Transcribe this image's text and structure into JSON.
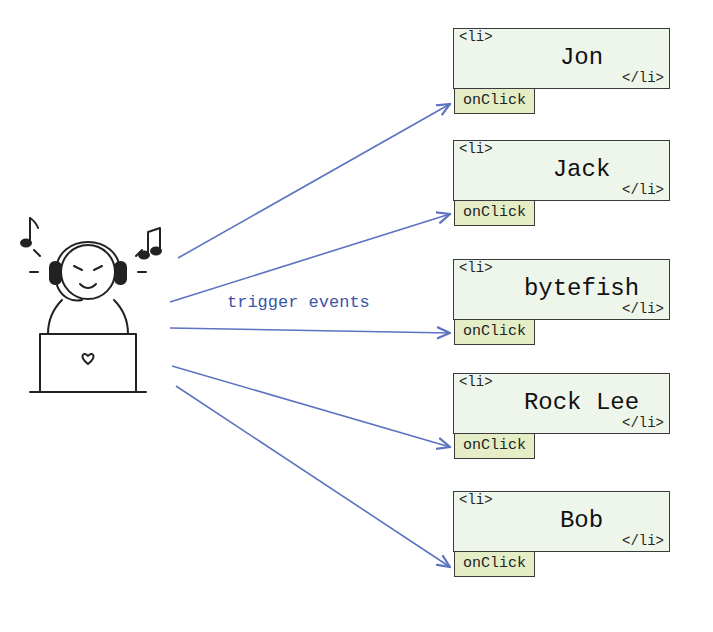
{
  "diagram": {
    "nodes": [
      {
        "text": [
          "<li>",
          "Jon",
          "</li>"
        ]
      },
      {
        "text": [
          "onClick"
        ]
      },
      {
        "text": [
          "<li>",
          "Jack",
          "</li>"
        ]
      },
      {
        "text": [
          "onClick"
        ]
      },
      {
        "text": [
          "<li>",
          "bytefish",
          "</li>"
        ]
      },
      {
        "text": [
          "onClick"
        ]
      },
      {
        "text": [
          "<li>",
          "Rock Lee",
          "</li>"
        ]
      },
      {
        "text": [
          "onClick"
        ]
      },
      {
        "text": [
          "<li>",
          "Bob",
          "</li>"
        ]
      },
      {
        "text": [
          "onClick"
        ]
      }
    ],
    "labels": [
      "trigger events"
    ]
  }
}
